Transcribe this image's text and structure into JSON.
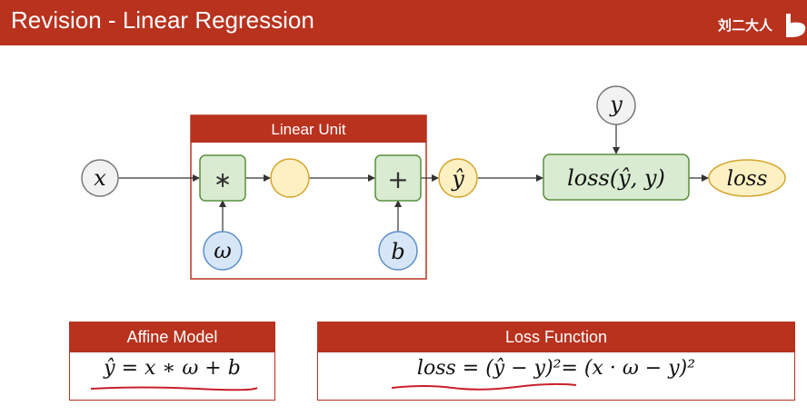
{
  "header": {
    "title": "Revision - Linear Regression",
    "author": "刘二大人"
  },
  "colors": {
    "accent": "#b8321e",
    "green_fill": "#d9ecd2",
    "green_stroke": "#5a8f3c",
    "yellow_fill": "#fdf1c3",
    "yellow_stroke": "#d3a52b",
    "blue_fill": "#d6e6f6",
    "blue_stroke": "#5d8fc9",
    "gray_fill": "#f2f2f2",
    "gray_stroke": "#777777"
  },
  "diagram": {
    "linear_unit_label": "Linear Unit",
    "input_x": "x",
    "multiply": "∗",
    "add": "+",
    "weight": "ω",
    "bias": "b",
    "y_hat": "ŷ",
    "target_y": "y",
    "loss_func": "loss(ŷ, y)",
    "loss_out": "loss"
  },
  "affine": {
    "label": "Affine Model",
    "formula": "ŷ = x ∗ ω + b"
  },
  "lossfn": {
    "label": "Loss Function",
    "formula_left": "loss = (ŷ − y)²",
    "formula_right": "= (x · ω − y)²"
  }
}
